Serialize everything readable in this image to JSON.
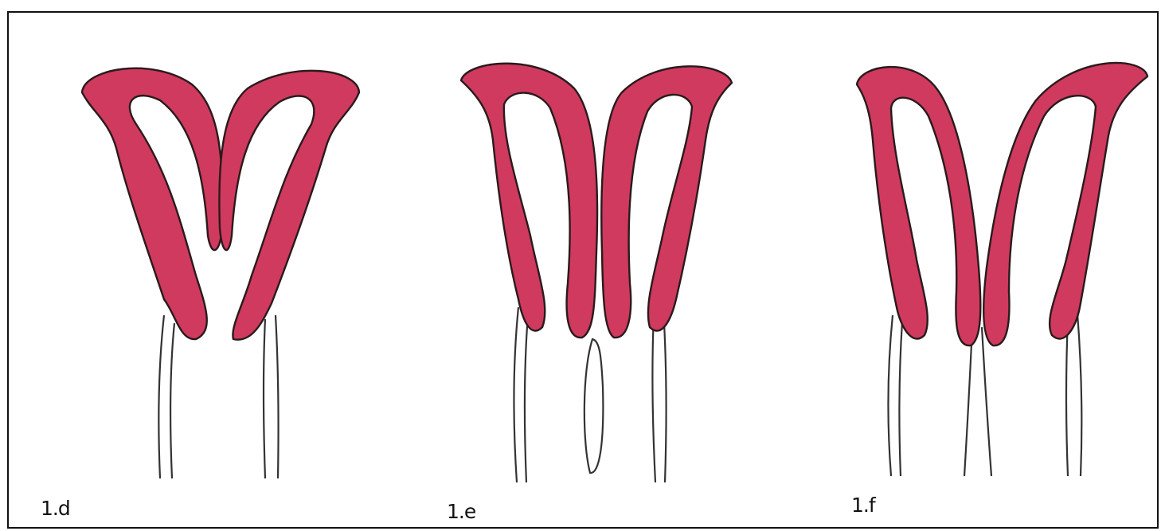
{
  "panels": [
    {
      "label": "1.d"
    },
    {
      "label": "1.e"
    },
    {
      "label": "1.f"
    }
  ],
  "colors": {
    "petal": "#cf3a5e",
    "outline": "#2a1a1c",
    "stem": "#333333",
    "frame": "#111111"
  }
}
